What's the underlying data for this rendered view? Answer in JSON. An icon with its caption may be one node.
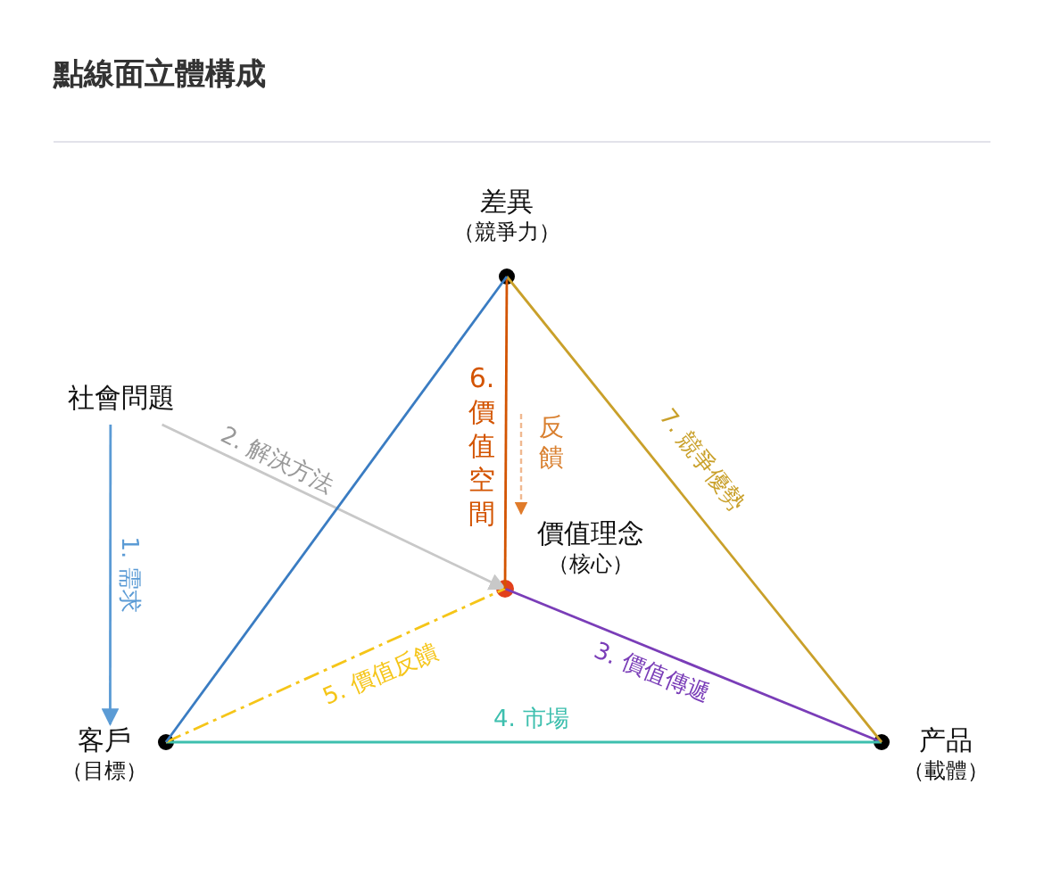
{
  "diagram": {
    "title": "點線面立體構成",
    "nodes": [
      {
        "text": [
          "差異",
          "（競爭力）"
        ]
      },
      {
        "text": [
          "社會問題"
        ]
      },
      {
        "text": [
          "價值理念",
          "（核心）"
        ]
      },
      {
        "text": [
          "客戶",
          "（目標）"
        ]
      },
      {
        "text": [
          "产品",
          "（載體）"
        ]
      }
    ],
    "edges": [
      {
        "from": 1,
        "to": 3,
        "arrow": "to",
        "label": "1. 需求",
        "color": "#5b9bd5"
      },
      {
        "from": 1,
        "to": 2,
        "arrow": "to",
        "label": "2. 解決方法",
        "color": "#c8c8c8"
      },
      {
        "from": 2,
        "to": 4,
        "arrow": "none",
        "label": "3. 價值傳遞",
        "color": "#7a3db8"
      },
      {
        "from": 3,
        "to": 4,
        "arrow": "none",
        "label": "4. 市場",
        "color": "#3dbfae"
      },
      {
        "from": 3,
        "to": 2,
        "arrow": "none",
        "label": "5. 價值反饋",
        "style": "dashed",
        "color": "#f5c518"
      },
      {
        "from": 0,
        "to": 2,
        "arrow": "none",
        "label": "6. 價值空間",
        "color": "#d35400"
      },
      {
        "from": 0,
        "to": 4,
        "arrow": "none",
        "label": "7. 競爭優勢",
        "color": "#c9a02a"
      },
      {
        "from": 0,
        "to": 3,
        "arrow": "none",
        "color": "#3a7cc2"
      }
    ],
    "labels": [
      "反饋"
    ]
  }
}
